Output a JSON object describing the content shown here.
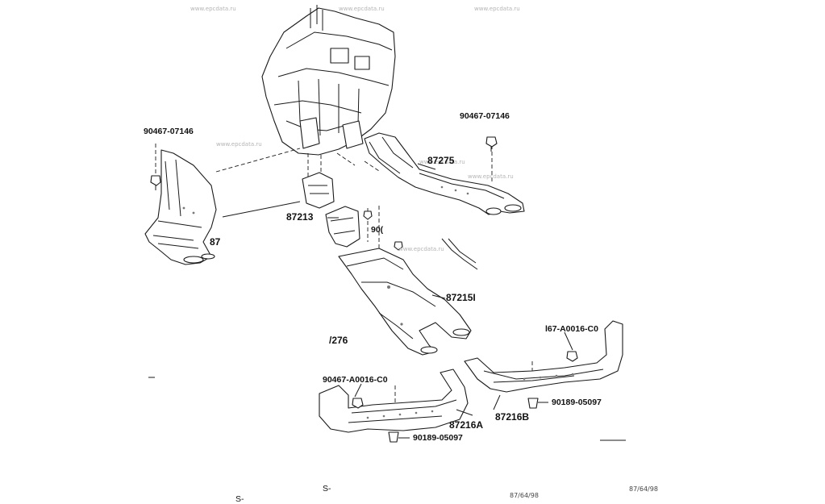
{
  "watermarks": [
    "www.epcdata.ru",
    "www.epcdata.ru",
    "www.epcdata.ru",
    "www.epcdata.ru",
    "www.epcdata.ru",
    "www.epcdata.ru",
    "www.epcdata.ru"
  ],
  "callouts": {
    "clip_upper_left": "90467-07146",
    "clip_upper_right": "90467-07146",
    "duct_left_partial": "87",
    "duct_87275": "87275",
    "duct_87213": "87213",
    "clip_center_partial": "90(",
    "duct_87215": "87215I",
    "duct_87276_partial": " /276",
    "clip_lower_right": "l67-A0016-C0",
    "clip_lower_left": "90467-A0016-C0",
    "duct_87216A": "87216A",
    "duct_87216B": "87216B",
    "fastener_lower_left": "90189-05097",
    "fastener_lower_right": "90189-05097"
  },
  "footer": {
    "code_center": "87/64/98",
    "code_right": "87/64/98",
    "s_mark_left": "S-",
    "s_mark_center": "S-"
  }
}
